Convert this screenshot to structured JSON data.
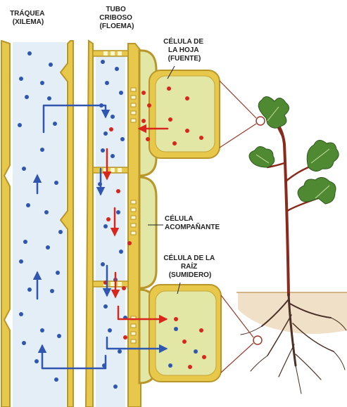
{
  "labels": {
    "traquea": [
      "TRÁQUEA",
      "(XILEMA)"
    ],
    "tubo": [
      "TUBO",
      "CRIBOSO",
      "(FLOEMA)"
    ],
    "hoja": [
      "CÉLULA DE",
      "LA HOJA",
      "(FUENTE)"
    ],
    "acompanante": [
      "CÉLULA",
      "ACOMPAÑANTE"
    ],
    "raiz": [
      "CÉLULA DE LA",
      "RAÍZ",
      "(SUMIDERO)"
    ]
  },
  "colors": {
    "wall": "#e8c84a",
    "wall_edge": "#b8962a",
    "lumen": "#e3eef6",
    "cell_fill": "#e2e7a6",
    "water_dot": "#2f56b0",
    "sugar_dot": "#d8261c",
    "water_arrow": "#2f56b0",
    "sugar_arrow": "#d8261c",
    "soil": "#f0e0c8",
    "plant_stem": "#8a2a1c",
    "leaf": "#4f8a32",
    "root": "#4a3026",
    "callout_line": "#9a3a2a"
  }
}
